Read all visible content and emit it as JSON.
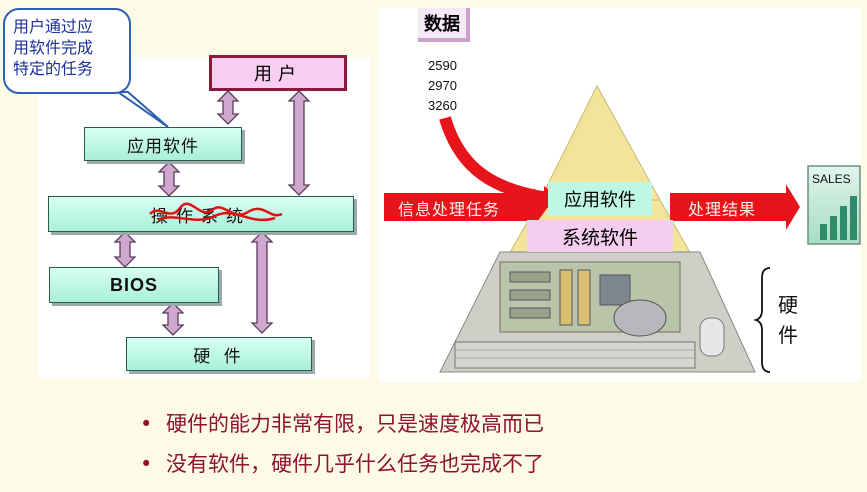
{
  "left_diagram": {
    "callout": [
      "用户通过应",
      "用软件完成",
      "特定的任务"
    ],
    "user": "用户",
    "app_software": "应用软件",
    "os": "操作系统",
    "bios": "BIOS",
    "hardware": "硬  件"
  },
  "right_diagram": {
    "data_label": "数据",
    "data_values": [
      "2590",
      "2970",
      "3260"
    ],
    "input_arrow": "信息处理任务",
    "app_layer": "应用软件",
    "system_layer": "系统软件",
    "output_arrow": "处理结果",
    "sales_label": "SALES",
    "hardware_label": [
      "硬",
      "件"
    ]
  },
  "bullets": [
    "硬件的能力非常有限，只是速度极高而已",
    "没有软件，硬件几乎什么任务也完成不了"
  ],
  "colors": {
    "box_fill": "#bff7e6",
    "user_fill": "#f7cdf0",
    "user_border": "#8b1a3a",
    "connector": "#c9a3c9",
    "bullet_text": "#8f1231",
    "arrow_red": "#e8141c",
    "pyramid_yellow": "#f2e49a"
  }
}
